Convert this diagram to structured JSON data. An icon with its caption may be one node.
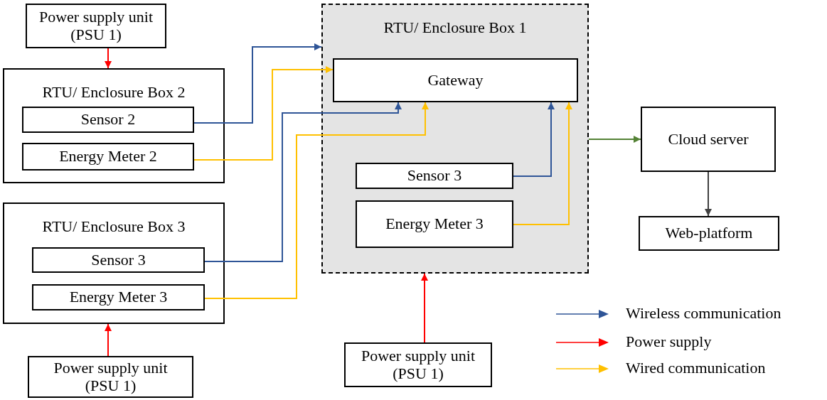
{
  "diagram": {
    "nodes": [
      {
        "text": [
          "Power supply unit (PSU 1)"
        ]
      },
      {
        "text": [
          "RTU/ Enclosure Box 2"
        ]
      },
      {
        "text": [
          "Sensor 2"
        ],
        "in": 1
      },
      {
        "text": [
          "Energy Meter 2"
        ],
        "in": 1
      },
      {
        "text": [
          "RTU/ Enclosure Box 3"
        ]
      },
      {
        "text": [
          "Sensor 3"
        ],
        "in": 4
      },
      {
        "text": [
          "Energy Meter 3"
        ],
        "in": 4
      },
      {
        "text": [
          "RTU/ Enclosure Box 1"
        ]
      },
      {
        "text": [
          "Gateway"
        ],
        "in": 7
      },
      {
        "text": [
          "Sensor 3"
        ],
        "in": 7
      },
      {
        "text": [
          "Energy Meter 3"
        ],
        "in": 7
      },
      {
        "text": [
          "Cloud server"
        ]
      },
      {
        "text": [
          "Web-platform"
        ]
      },
      {
        "text": [
          "Power supply unit (PSU 1)"
        ]
      },
      {
        "text": [
          "Power supply unit (PSU 1)"
        ]
      }
    ],
    "edges": [
      {
        "from": 0,
        "to": 1,
        "arrow": "to",
        "color": "#ff0000"
      },
      {
        "from": 2,
        "to": 7,
        "arrow": "to",
        "color": "#2f5597"
      },
      {
        "from": 3,
        "to": 8,
        "arrow": "to",
        "color": "#ffc000"
      },
      {
        "from": 5,
        "to": 8,
        "arrow": "to",
        "color": "#2f5597"
      },
      {
        "from": 6,
        "to": 8,
        "arrow": "to",
        "color": "#ffc000"
      },
      {
        "from": 9,
        "to": 8,
        "arrow": "to",
        "color": "#2f5597"
      },
      {
        "from": 10,
        "to": 8,
        "arrow": "to",
        "color": "#ffc000"
      },
      {
        "from": 7,
        "to": 11,
        "arrow": "to",
        "color": "#548235"
      },
      {
        "from": 11,
        "to": 12,
        "arrow": "to",
        "color": "#404040"
      },
      {
        "from": 13,
        "to": 4,
        "arrow": "to",
        "color": "#ff0000"
      },
      {
        "from": 14,
        "to": 7,
        "arrow": "to",
        "color": "#ff0000"
      }
    ],
    "legend": [
      {
        "text": "Wireless communication"
      },
      {
        "text": "Power supply"
      },
      {
        "text": "Wired communication"
      }
    ]
  }
}
